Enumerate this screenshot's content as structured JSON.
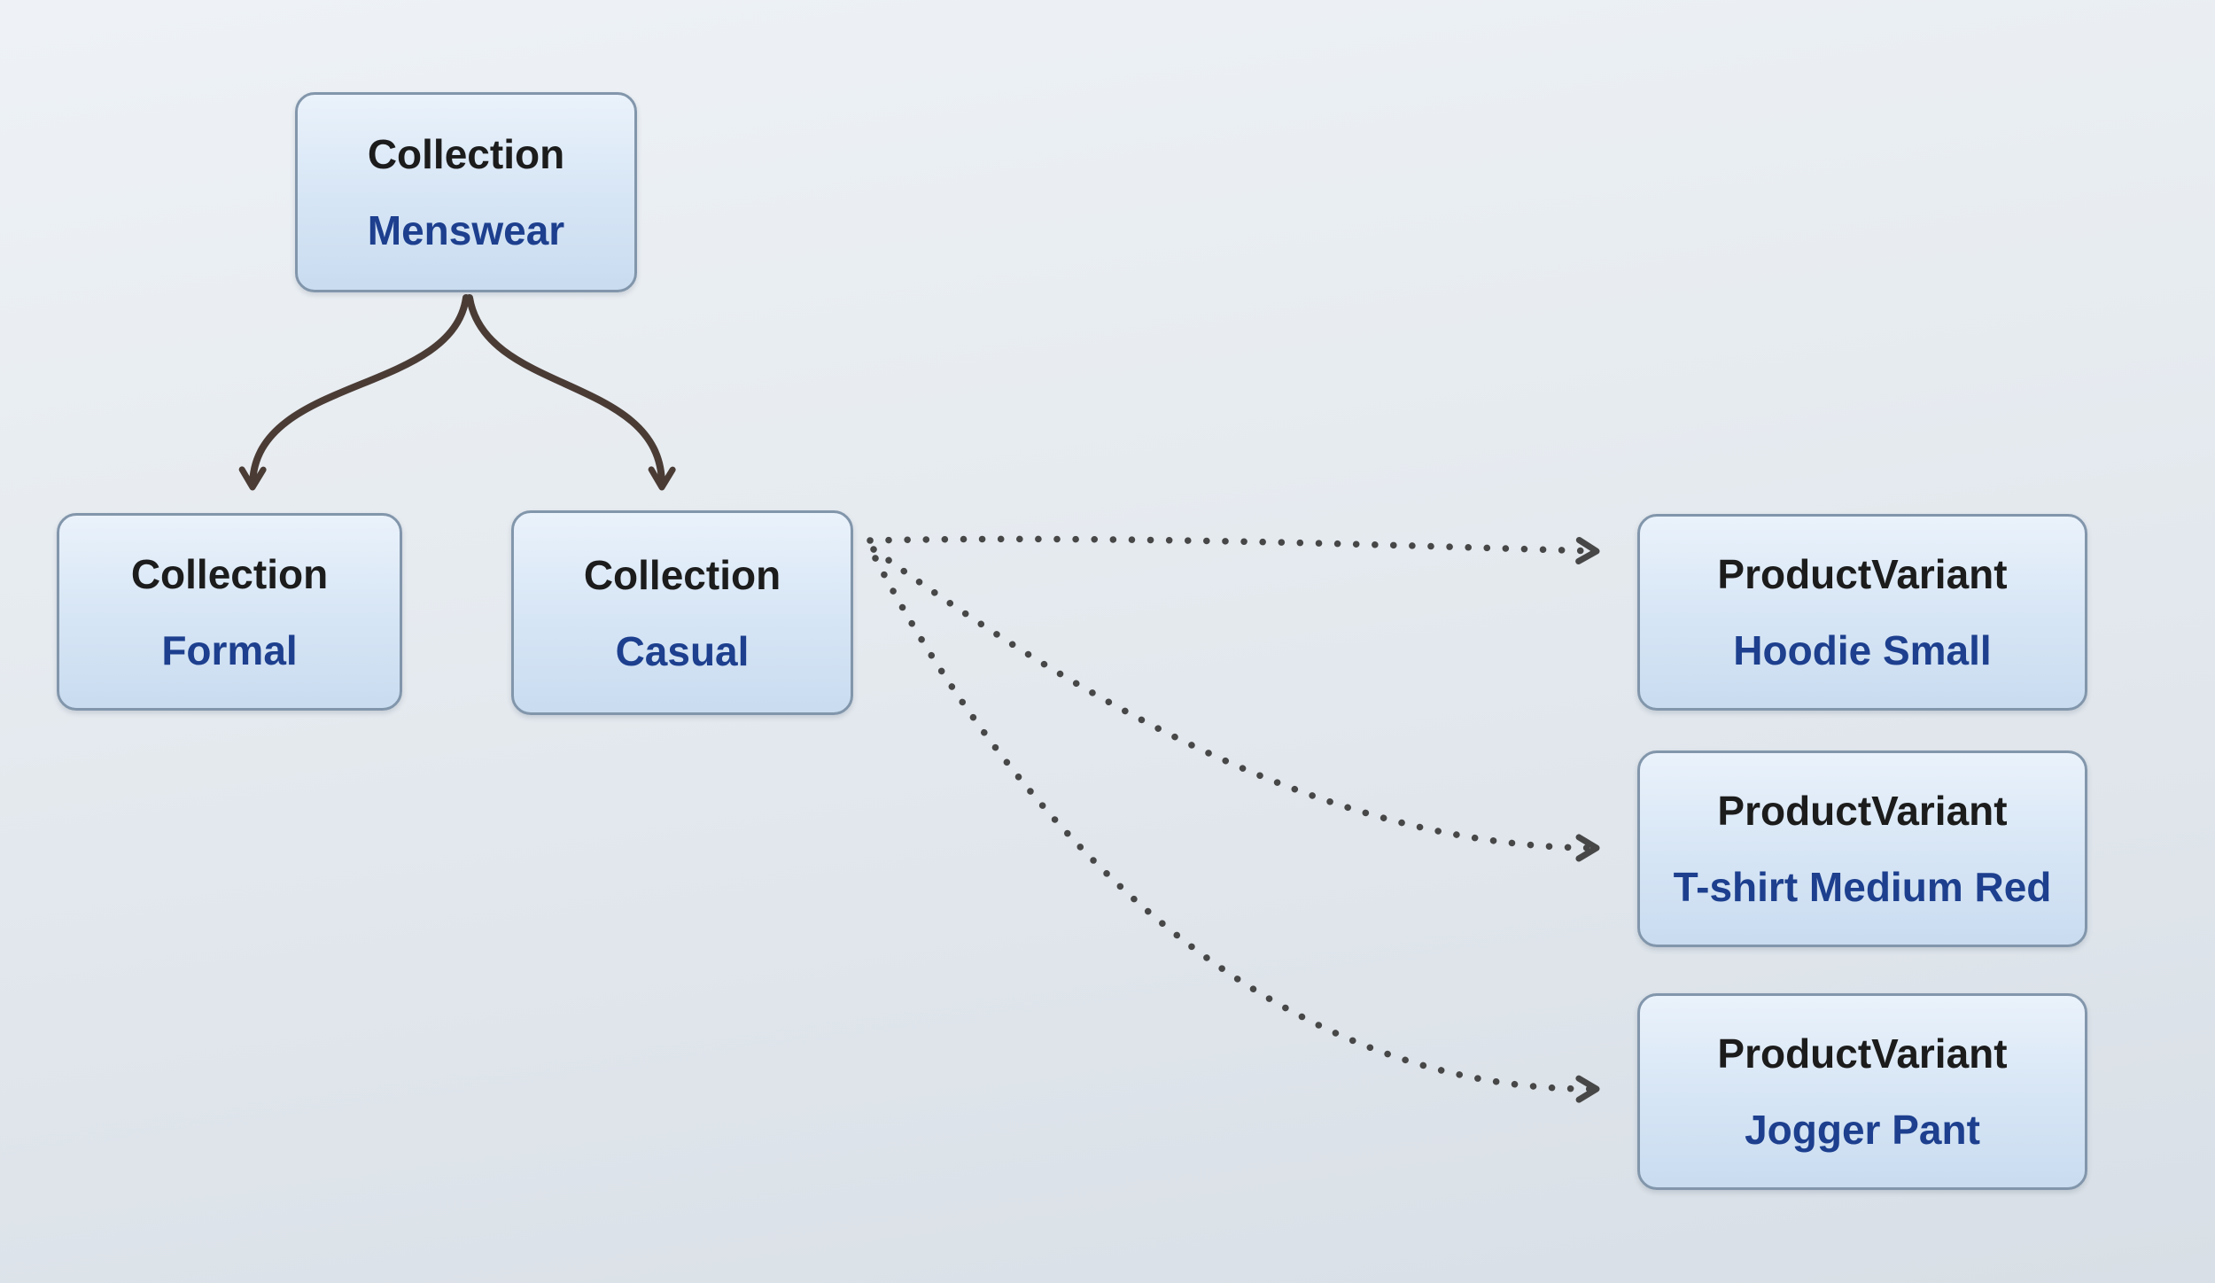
{
  "diagram": {
    "nodes": [
      {
        "id": "collection-menswear",
        "type": "Collection",
        "label": "Menswear"
      },
      {
        "id": "collection-formal",
        "type": "Collection",
        "label": "Formal"
      },
      {
        "id": "collection-casual",
        "type": "Collection",
        "label": "Casual"
      },
      {
        "id": "productvariant-hoodie-small",
        "type": "ProductVariant",
        "label": "Hoodie Small"
      },
      {
        "id": "productvariant-tshirt-medium-red",
        "type": "ProductVariant",
        "label": "T-shirt Medium Red"
      },
      {
        "id": "productvariant-jogger-pant",
        "type": "ProductVariant",
        "label": "Jogger Pant"
      }
    ],
    "edges": [
      {
        "from": "collection-menswear",
        "to": "collection-formal",
        "style": "solid"
      },
      {
        "from": "collection-menswear",
        "to": "collection-casual",
        "style": "solid"
      },
      {
        "from": "collection-casual",
        "to": "productvariant-hoodie-small",
        "style": "dotted"
      },
      {
        "from": "collection-casual",
        "to": "productvariant-tshirt-medium-red",
        "style": "dotted"
      },
      {
        "from": "collection-casual",
        "to": "productvariant-jogger-pant",
        "style": "dotted"
      }
    ],
    "colors": {
      "node_fill_top": "#eaf2fb",
      "node_fill_bottom": "#c9dcf0",
      "node_border": "#8296ab",
      "node_type_text": "#1c1c1c",
      "node_label_text": "#1d3f8e",
      "solid_edge": "#4a3c35",
      "dotted_edge": "#474747",
      "background_top": "#eef2f6",
      "background_bottom": "#d8dfe6"
    }
  }
}
